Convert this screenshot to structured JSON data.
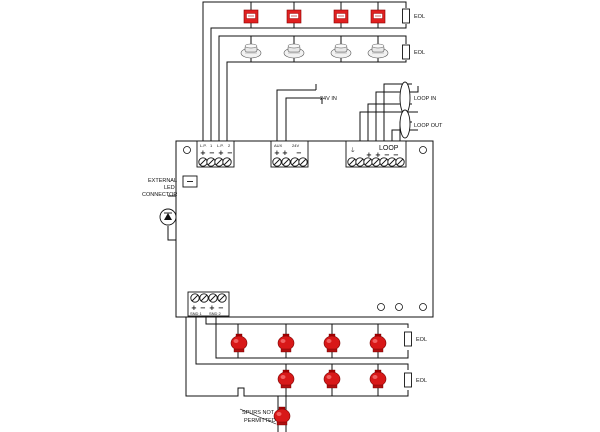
{
  "terminals": {
    "lp_left": {
      "n1": "L.P.",
      "n2": "1",
      "plus": "+",
      "minus": "−"
    },
    "lp_right": {
      "n1": "L.P.",
      "n2": "2",
      "plus": "+",
      "minus": "−"
    },
    "aux": {
      "aux": "AUX",
      "v24": "24V",
      "plus": "+",
      "plus2": "+",
      "minus": "−"
    },
    "loop": {
      "loop": "LOOP",
      "plus": "+",
      "plus2": "+",
      "minus": "−",
      "minus2": "−"
    },
    "snd1": {
      "name": "SND 1",
      "plus": "+",
      "minus": "−"
    },
    "snd2": {
      "name": "SND 2",
      "plus": "+",
      "minus": "−"
    }
  },
  "labels": {
    "v24_in": "24V IN",
    "loop_in": "LOOP IN",
    "loop_out": "LOOP OUT",
    "ext_line1": "EXTERNAL",
    "ext_line2": "LED",
    "ext_line3": "CONNECTOR",
    "spurs_line1": "SPURS NOT",
    "spurs_line2": "PERMITTED",
    "eol1": "EOL",
    "eol2": "EOL",
    "eol3": "EOL",
    "eol4": "EOL"
  },
  "colors": {
    "sounder_red": "#d81818",
    "call_point_red": "#e02020",
    "wire": "#111111",
    "panel_fill": "#ffffff"
  },
  "icons": {
    "call_point": "call-point-icon",
    "detector": "detector-icon",
    "sounder": "sounder-icon",
    "led": "led-icon",
    "eol_resistor": "eol-resistor-icon",
    "screw_terminal": "screw-terminal-icon"
  }
}
